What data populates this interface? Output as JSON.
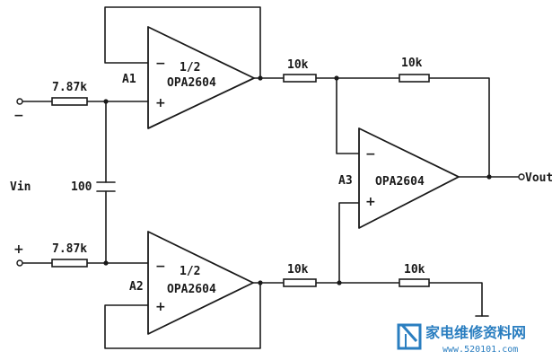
{
  "diagram": {
    "input_minus_sign": "−",
    "input_plus_sign": "+",
    "vin_label": "Vin",
    "r_in_top": "7.87k",
    "r_in_bottom": "7.87k",
    "cap_label": "100",
    "a1": {
      "ref": "A1",
      "part_line1": "1/2",
      "part_line2": "OPA2604",
      "minus": "−",
      "plus": "+"
    },
    "a2": {
      "ref": "A2",
      "part_line1": "1/2",
      "part_line2": "OPA2604",
      "minus": "−",
      "plus": "+"
    },
    "a3": {
      "ref": "A3",
      "part": "OPA2604",
      "minus": "−",
      "plus": "+"
    },
    "r1": "10k",
    "r_feedback": "10k",
    "r2": "10k",
    "r_ground": "10k",
    "vout_label": "Vout"
  },
  "watermark": {
    "text_cn": "家电维修资料网",
    "url": "www.520101.com",
    "color": "#2a7ec0"
  }
}
